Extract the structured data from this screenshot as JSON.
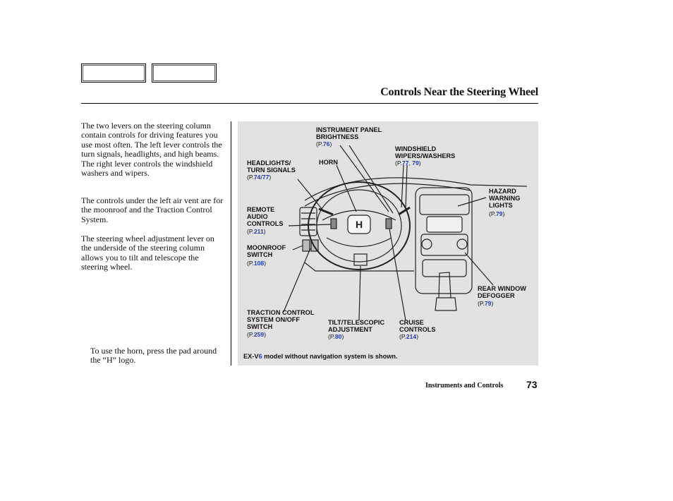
{
  "header": {
    "title": "Controls Near the Steering Wheel"
  },
  "body": {
    "p1": "The two levers on the steering column contain controls for driving features you use most often. The left lever controls the turn signals, headlights, and high beams. The right lever controls the windshield washers and wipers.",
    "p2": "The controls under the left air vent are for the moonroof and the Traction Control System.",
    "p3": "The steering wheel adjustment lever on the underside of the steering column allows you to tilt and telescope the steering wheel.",
    "p4": "To use the horn, press the pad around the “H” logo."
  },
  "figure": {
    "labels": {
      "instrument": "INSTRUMENT PANEL\nBRIGHTNESS",
      "wipers": "WINDSHIELD\nWIPERS/WASHERS",
      "headlights": "HEADLIGHTS/\nTURN SIGNALS",
      "horn": "HORN",
      "hazard": "HAZARD\nWARNING\nLIGHTS",
      "remote": "REMOTE\nAUDIO\nCONTROLS",
      "moonroof": "MOONROOF\nSWITCH",
      "defogger": "REAR WINDOW\nDEFOGGER",
      "traction": "TRACTION CONTROL\nSYSTEM ON/OFF\nSWITCH",
      "tilt": "TILT/TELESCOPIC\nADJUSTMENT",
      "cruise": "CRUISE\nCONTROLS"
    },
    "refs": {
      "instrument": "76",
      "wipers_a": "77",
      "wipers_b": "79",
      "headlights_a": "74",
      "headlights_b": "77",
      "hazard": "79",
      "remote": "211",
      "moonroof": "108",
      "defogger": "79",
      "traction": "259",
      "tilt": "80",
      "cruise": "214"
    },
    "ref_prefix": "(P.",
    "ref_suffix": ")",
    "ref_sep_comma": ", ",
    "ref_sep_slash": "/",
    "caption_prefix": "EX-V",
    "caption_num": "6",
    "caption_rest": " model without navigation system is shown."
  },
  "footer": {
    "section": "Instruments and Controls",
    "page": "73"
  }
}
